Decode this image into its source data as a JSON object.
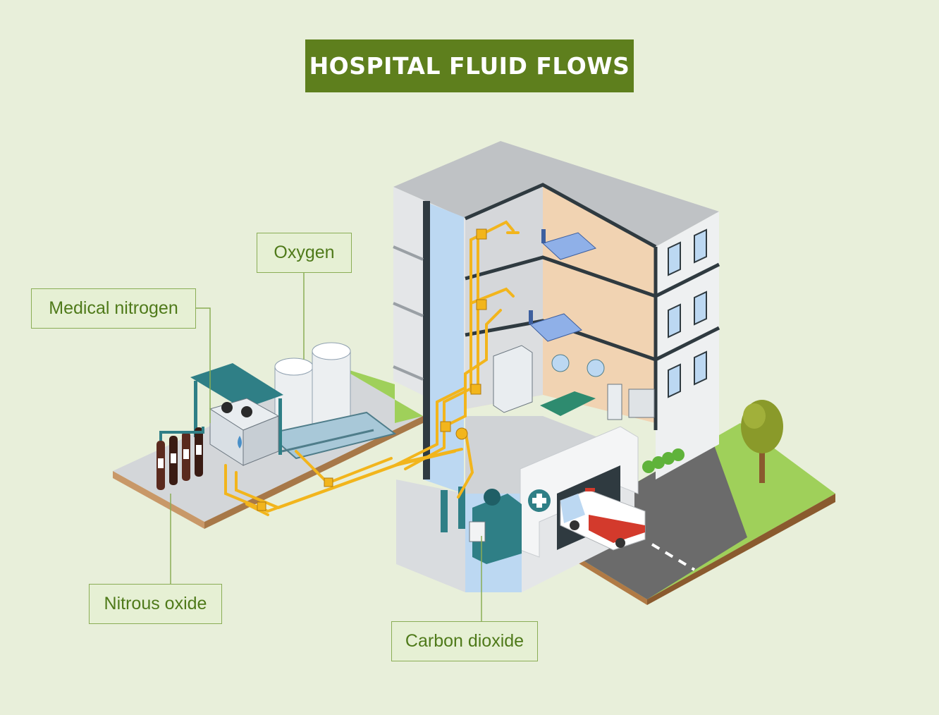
{
  "title": "HOSPITAL FLUID FLOWS",
  "labels": {
    "oxygen": "Oxygen",
    "medical_nitrogen": "Medical nitrogen",
    "nitrous_oxide": "Nitrous oxide",
    "carbon_dioxide": "Carbon dioxide"
  },
  "colors": {
    "background": "#e8efda",
    "title_bg": "#5e7f1d",
    "label_text": "#4f7a1a",
    "label_border": "#8aad55",
    "pipe": "#f2b51c",
    "building_wall": "#c9cccf",
    "room_wall": "#f1d3b2",
    "glass": "#bcd8f2",
    "grass": "#9fd05a",
    "road": "#6b6b6b"
  },
  "icons": [
    "medical-cross-icon",
    "ambulance-icon",
    "hospital-bed-icon",
    "gas-cylinder-icon",
    "storage-tank-icon",
    "tree-icon"
  ]
}
